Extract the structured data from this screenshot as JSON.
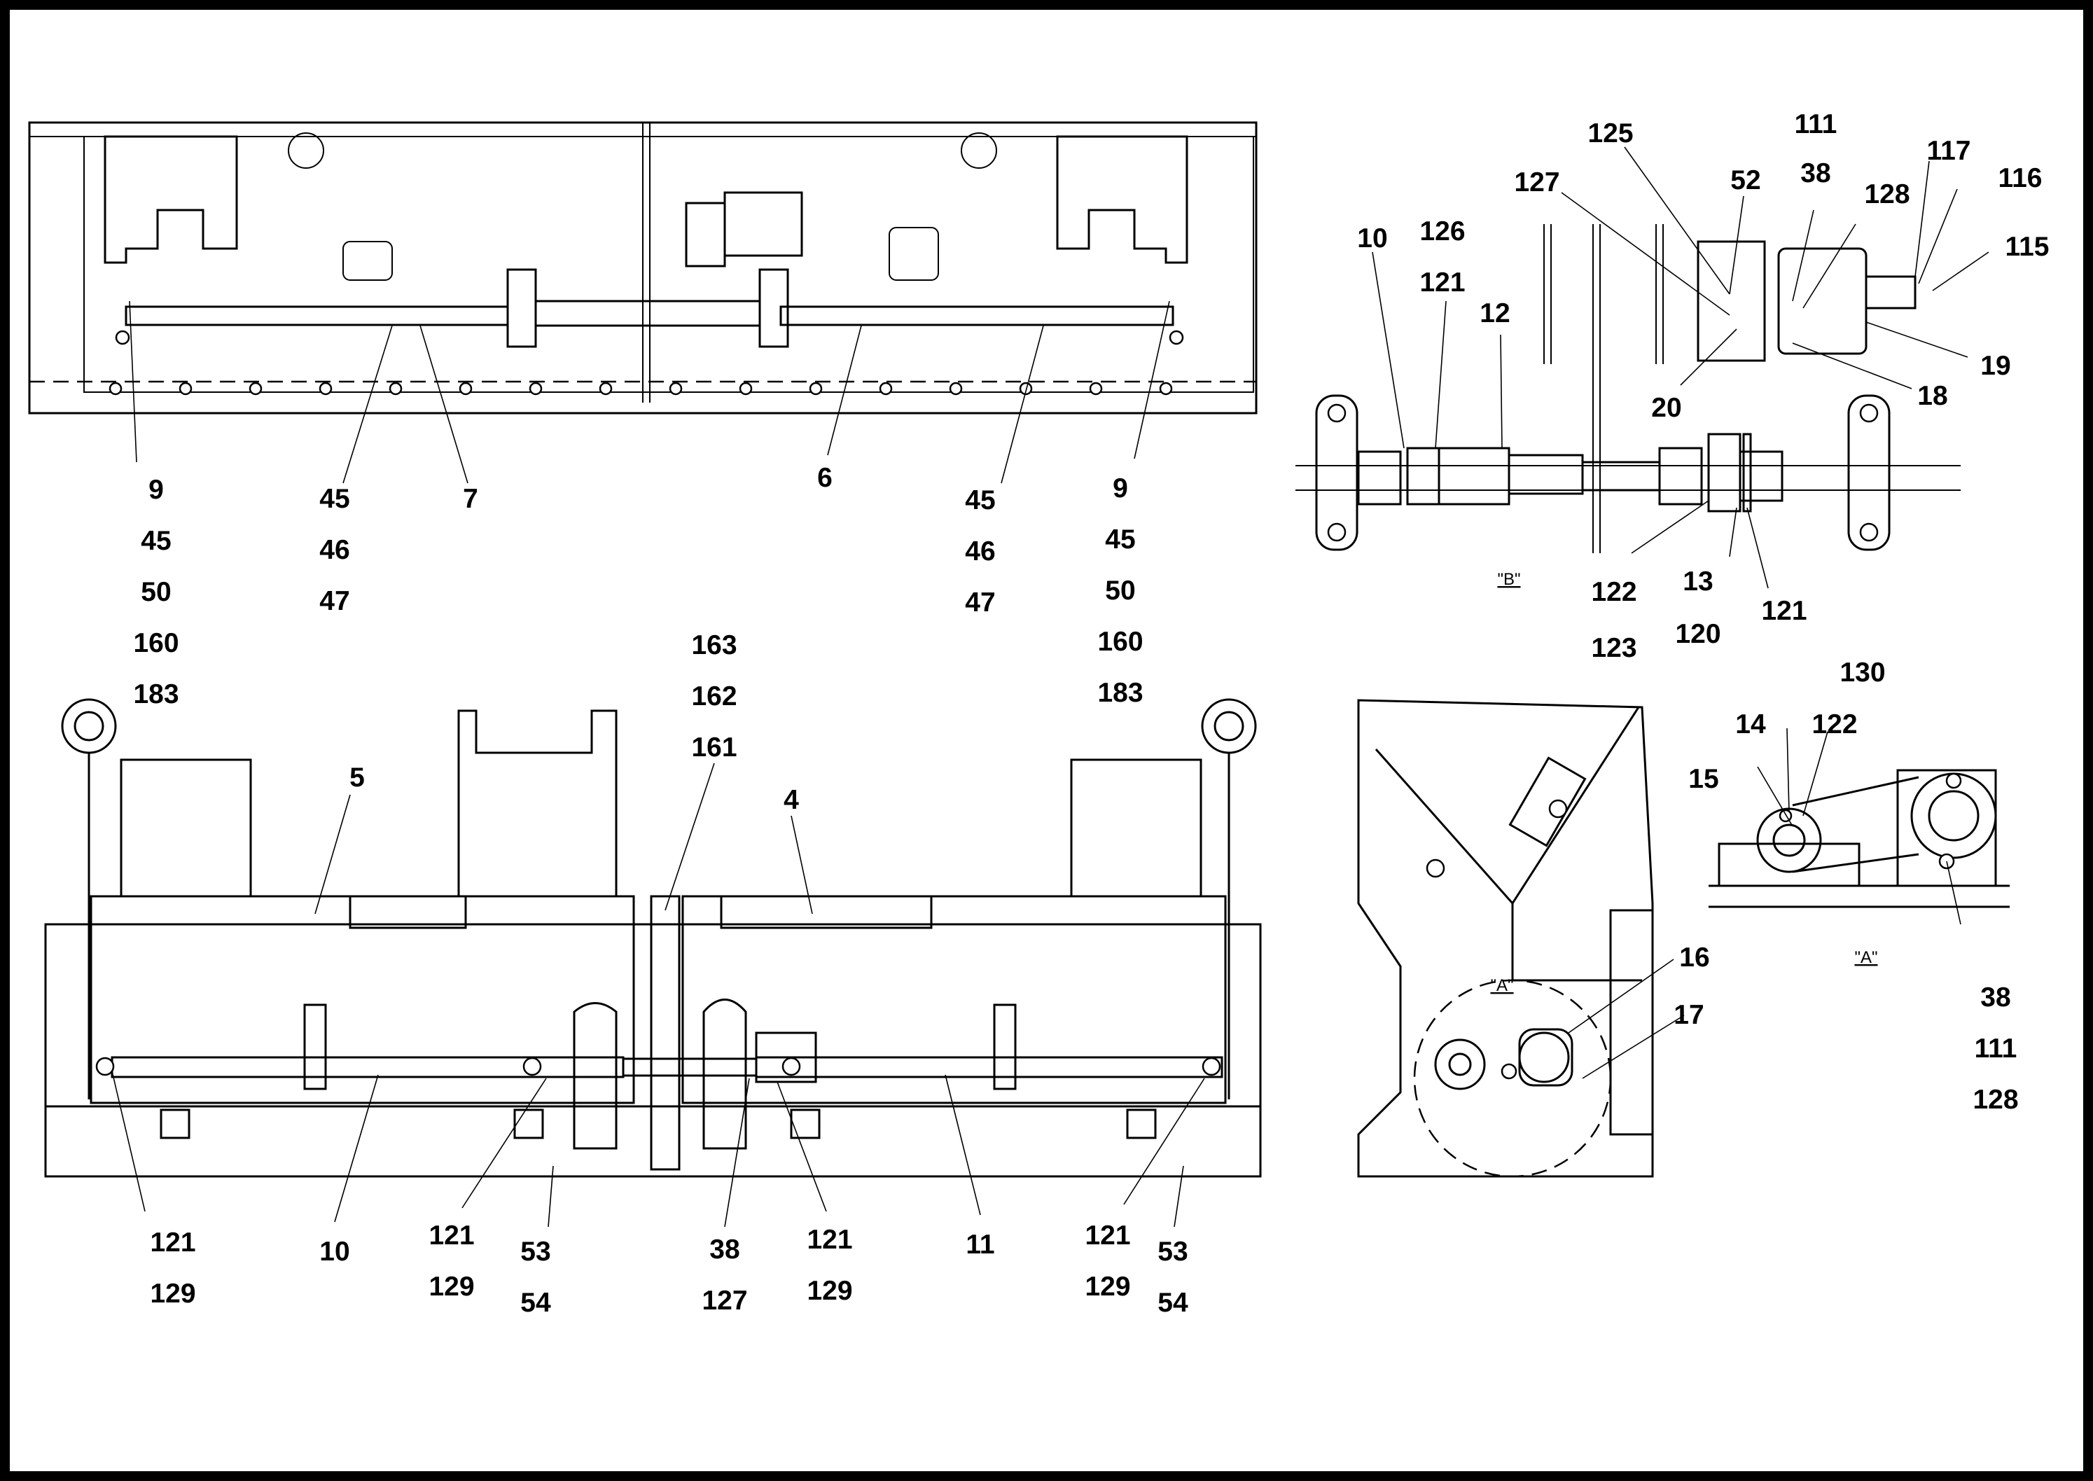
{
  "views": {
    "B": {
      "label": "\"B\""
    },
    "A": {
      "label": "\"A\""
    },
    "A_circle": {
      "label": "\"A\""
    }
  },
  "callouts": {
    "top_left": {
      "c9": [
        "9",
        "45",
        "50",
        "160",
        "183"
      ],
      "c45a": [
        "45",
        "46",
        "47"
      ],
      "c7": [
        "7"
      ],
      "c6": [
        "6"
      ],
      "c45b": [
        "45",
        "46",
        "47"
      ],
      "c9b": [
        "9",
        "45",
        "50",
        "160",
        "183"
      ]
    },
    "view_b": {
      "c10": [
        "10"
      ],
      "c126": [
        "126",
        "121"
      ],
      "c12": [
        "12"
      ],
      "c127": [
        "127"
      ],
      "c125": [
        "125"
      ],
      "c52": [
        "52"
      ],
      "c111": [
        "111"
      ],
      "c38": [
        "38"
      ],
      "c128": [
        "128"
      ],
      "c117": [
        "117"
      ],
      "c116": [
        "116"
      ],
      "c115": [
        "115"
      ],
      "c19": [
        "19"
      ],
      "c18": [
        "18"
      ],
      "c20": [
        "20"
      ],
      "c122": [
        "122",
        "123"
      ],
      "c13": [
        "13",
        "120"
      ],
      "c121": [
        "121"
      ]
    },
    "bottom_left": {
      "c5": [
        "5"
      ],
      "c4": [
        "4"
      ],
      "c163": [
        "163",
        "162",
        "161"
      ],
      "c121a": [
        "121",
        "129"
      ],
      "c10": [
        "10"
      ],
      "c121b": [
        "121",
        "129"
      ],
      "c53a": [
        "53",
        "54"
      ],
      "c38": [
        "38",
        "127"
      ],
      "c121c": [
        "121",
        "129"
      ],
      "c11": [
        "11"
      ],
      "c121d": [
        "121",
        "129"
      ],
      "c53b": [
        "53",
        "54"
      ]
    },
    "side_view": {
      "c16": [
        "16"
      ],
      "c17": [
        "17"
      ]
    },
    "view_a": {
      "c130": [
        "130"
      ],
      "c14": [
        "14"
      ],
      "c122": [
        "122"
      ],
      "c15": [
        "15"
      ],
      "c38": [
        "38",
        "111",
        "128"
      ]
    }
  }
}
